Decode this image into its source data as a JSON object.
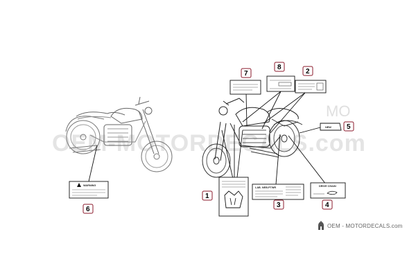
{
  "watermark": {
    "text": "OEM-MOTORDECALS.com",
    "footer": "OEM - MOTORDECALS.com",
    "logo_icon": "spartan-helmet-icon"
  },
  "colors": {
    "callout_border": "#8b1a2b",
    "line": "#111111",
    "watermark": "#e2e2e2"
  },
  "callouts": [
    {
      "id": "c1",
      "num": "1"
    },
    {
      "id": "c2",
      "num": "2"
    },
    {
      "id": "c3",
      "num": "3"
    },
    {
      "id": "c4",
      "num": "4"
    },
    {
      "id": "c5",
      "num": "5"
    },
    {
      "id": "c6",
      "num": "6"
    },
    {
      "id": "c7",
      "num": "7"
    },
    {
      "id": "c8",
      "num": "8"
    }
  ],
  "labels": {
    "warning_left": "WARNING",
    "new_badge": "NEW",
    "label3_title": "LAB. NEB.PTWR",
    "label4_title": "DRIVE CHAIN"
  }
}
